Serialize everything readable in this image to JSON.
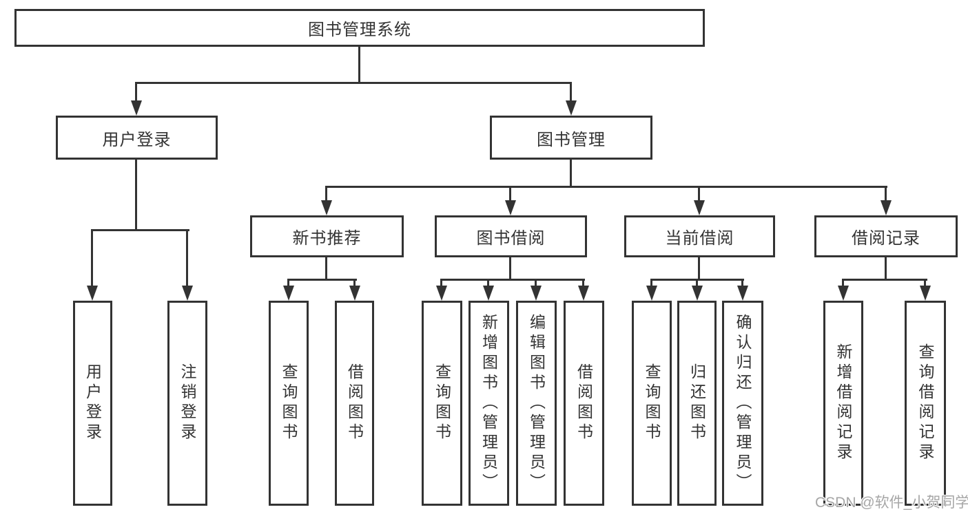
{
  "diagram": {
    "root": {
      "label": "图书管理系统"
    },
    "level2": [
      {
        "label": "用户登录"
      },
      {
        "label": "图书管理"
      }
    ],
    "level3": [
      {
        "label": "新书推荐"
      },
      {
        "label": "图书借阅"
      },
      {
        "label": "当前借阅"
      },
      {
        "label": "借阅记录"
      }
    ],
    "leaves": {
      "user_login": [
        "用户登录",
        "注销登录"
      ],
      "new_book": [
        "查询图书",
        "借阅图书"
      ],
      "book_borrow": [
        "查询图书",
        "新增图书（管理员）",
        "编辑图书（管理员）",
        "借阅图书"
      ],
      "current_borrow": [
        "查询图书",
        "归还图书",
        "确认归还（管理员）"
      ],
      "borrow_record": [
        "新增借阅记录",
        "查询借阅记录"
      ]
    },
    "watermark": "CSDN @软件_小贺同学",
    "colors": {
      "line": "#333333",
      "text": "#333333",
      "watermark": "#a6a6a6",
      "background": "#ffffff"
    }
  }
}
